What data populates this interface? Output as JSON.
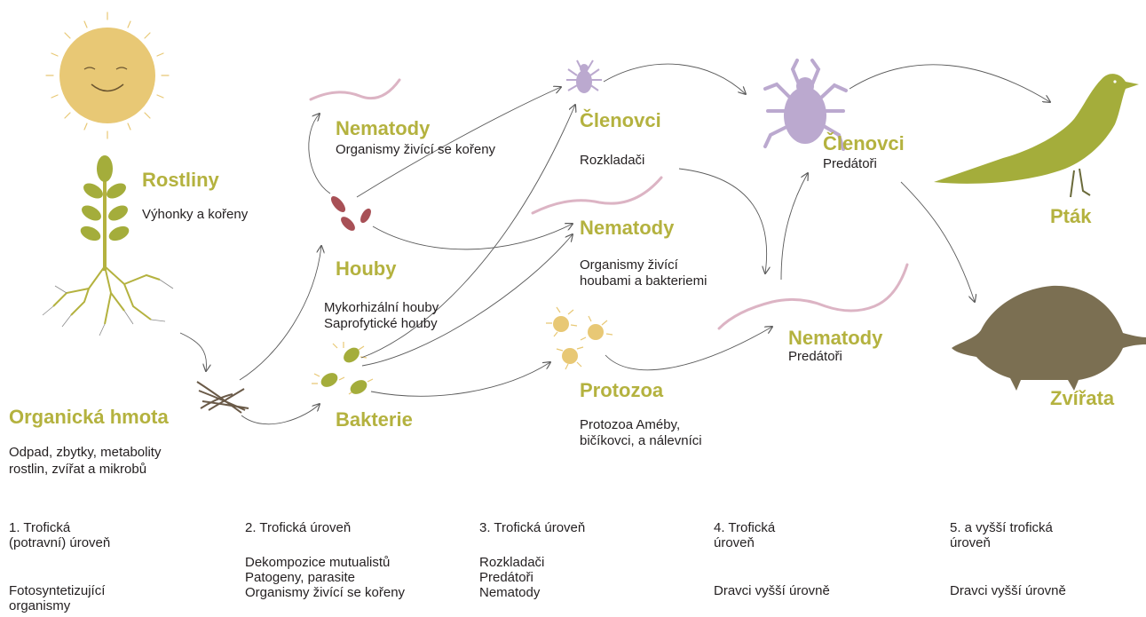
{
  "colors": {
    "accent": "#b4b23f",
    "sun": "#e8c875",
    "arthropod": "#bba9cf",
    "nematode": "#dcb4c4",
    "fungi": "#a85056",
    "bacteria": "#a4ad3b",
    "protozoa": "#e8c875",
    "animal": "#7b6f52",
    "arrow": "#5a5a5a"
  },
  "nodes": {
    "plants": {
      "title": "Rostliny",
      "sub": "Výhonky a kořeny"
    },
    "organic": {
      "title": "Organická hmota",
      "sub1": "Odpad, zbytky, metabolity",
      "sub2": "rostlin, zvířat a mikrobů"
    },
    "nematodes_roots": {
      "title": "Nematody",
      "sub": "Organismy živící se kořeny"
    },
    "fungi": {
      "title": "Houby",
      "sub1": "Mykorhizální houby",
      "sub2": "Saprofytické houby"
    },
    "bacteria": {
      "title": "Bakterie"
    },
    "arthropods_shredders": {
      "title": "Členovci",
      "sub": "Rozkladači"
    },
    "nematodes_fb": {
      "title": "Nematody",
      "sub1": "Organismy živící",
      "sub2": "houbami a bakteriemi"
    },
    "protozoa": {
      "title": "Protozoa",
      "sub1": "Protozoa Améby,",
      "sub2": "bičíkovci, a nálevníci"
    },
    "arthropods_predators": {
      "title": "Členovci",
      "sub": "Predátoři"
    },
    "nematodes_predators": {
      "title": "Nematody",
      "sub": "Predátoři"
    },
    "bird": {
      "title": "Pták"
    },
    "animals": {
      "title": "Zvířata"
    }
  },
  "levels": [
    {
      "title": "1. Trofická\n(potravní) úroveň",
      "desc": "Fotosyntetizující\norganismy"
    },
    {
      "title": "2. Trofická úroveň",
      "desc": "Dekompozice mutualistů\nPatogeny, parasite\nOrganismy živící se kořeny"
    },
    {
      "title": "3. Trofická úroveň",
      "desc": "Rozkladači\nPredátoři\nNematody"
    },
    {
      "title": " 4. Trofická\núroveň",
      "desc": "Dravci vyšší úrovně"
    },
    {
      "title": "5. a vyšší trofická\núroveň",
      "desc": "Dravci vyšší úrovně"
    }
  ],
  "icons": [
    "sun-icon",
    "plant-icon",
    "organic-matter-icon",
    "nematode-icon",
    "fungi-icon",
    "bacteria-icon",
    "arthropod-icon",
    "protozoa-icon",
    "bird-icon",
    "mole-icon"
  ]
}
